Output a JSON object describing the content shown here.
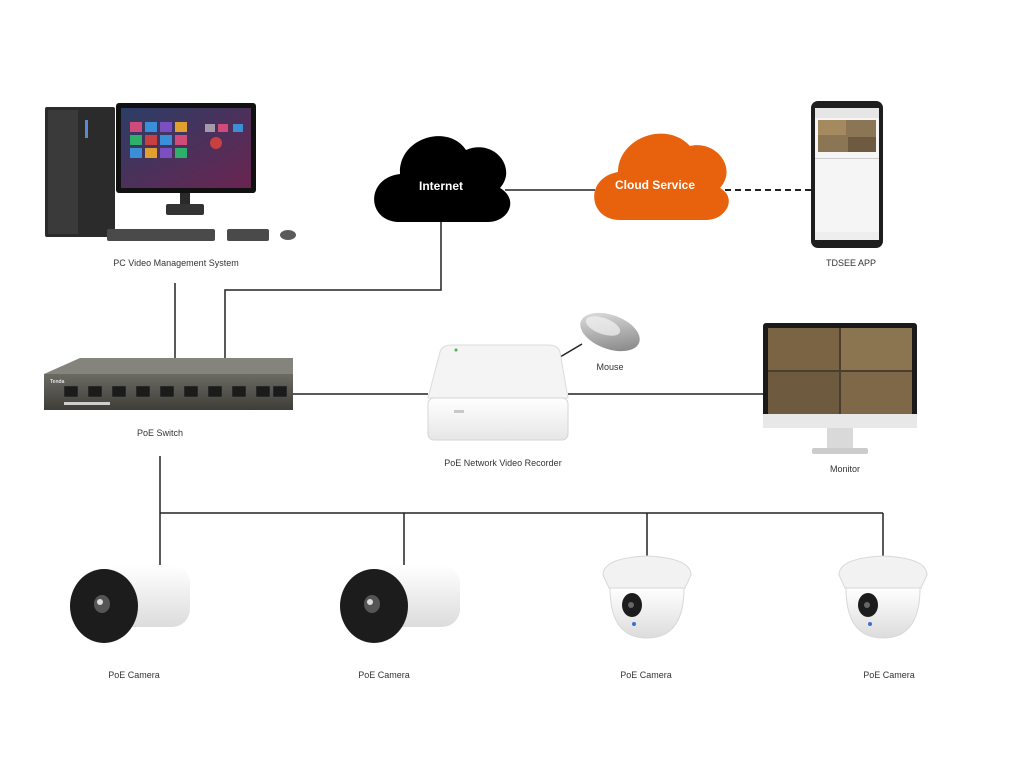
{
  "diagram": {
    "nodes": {
      "pc": {
        "label": "PC Video Management System",
        "icon": "desktop-pc-icon"
      },
      "internet": {
        "label": "Internet",
        "icon": "cloud-icon",
        "color": "#000000"
      },
      "cloud_service": {
        "label": "Cloud Service",
        "icon": "cloud-icon",
        "color": "#E8620E"
      },
      "app": {
        "label": "TDSEE APP",
        "icon": "smartphone-icon"
      },
      "switch": {
        "label": "PoE Switch",
        "icon": "network-switch-icon",
        "brand": "Tenda"
      },
      "nvr": {
        "label": "PoE Network Video Recorder",
        "icon": "nvr-icon"
      },
      "mouse": {
        "label": "Mouse",
        "icon": "mouse-icon"
      },
      "monitor": {
        "label": "Monitor",
        "icon": "monitor-icon"
      },
      "cameras": [
        {
          "label": "PoE Camera",
          "icon": "bullet-camera-icon"
        },
        {
          "label": "PoE Camera",
          "icon": "bullet-camera-icon"
        },
        {
          "label": "PoE Camera",
          "icon": "dome-camera-icon"
        },
        {
          "label": "PoE Camera",
          "icon": "dome-camera-icon"
        }
      ]
    },
    "connections": [
      {
        "from": "pc",
        "to": "switch",
        "style": "solid"
      },
      {
        "from": "internet",
        "to": "switch",
        "style": "solid"
      },
      {
        "from": "internet",
        "to": "cloud_service",
        "style": "solid"
      },
      {
        "from": "cloud_service",
        "to": "app",
        "style": "dashed"
      },
      {
        "from": "switch",
        "to": "nvr",
        "style": "solid"
      },
      {
        "from": "nvr",
        "to": "mouse",
        "style": "solid"
      },
      {
        "from": "nvr",
        "to": "monitor",
        "style": "solid"
      },
      {
        "from": "switch",
        "to": "cameras",
        "style": "solid"
      }
    ]
  }
}
